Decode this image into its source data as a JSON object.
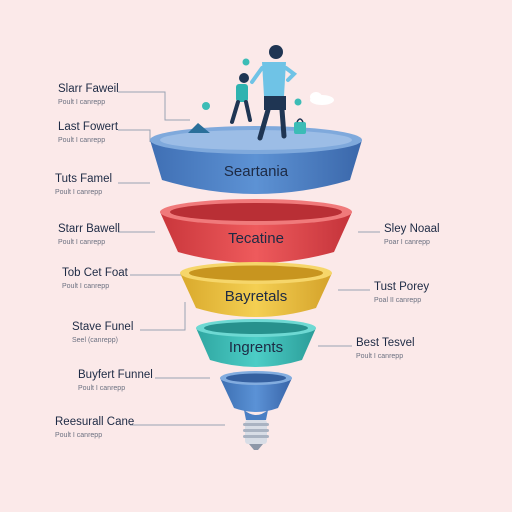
{
  "funnel_tiers": [
    {
      "label": "Seartania",
      "color": "#4a7fc4"
    },
    {
      "label": "Tecatine",
      "color": "#e2464a"
    },
    {
      "label": "Bayretals",
      "color": "#edc23e"
    },
    {
      "label": "Ingrents",
      "color": "#3cbcb6"
    },
    {
      "label": "",
      "color": "#4a82c6"
    }
  ],
  "left_labels": [
    {
      "title": "Slarr Faweil",
      "sub": "Poult I canrepp"
    },
    {
      "title": "Last Fowert",
      "sub": "Poult I canrepp"
    },
    {
      "title": "Tuts Famel",
      "sub": "Poult I canrepp"
    },
    {
      "title": "Starr Bawell",
      "sub": "Poult I canrepp"
    },
    {
      "title": "Tob Cet Foat",
      "sub": "Poult I canrepp"
    },
    {
      "title": "Stave Funel",
      "sub": "Seel (canrepp)"
    },
    {
      "title": "Buyfert Funnel",
      "sub": "Poult I canrepp"
    },
    {
      "title": "Reesurall Cane",
      "sub": "Poult I canrepp"
    }
  ],
  "right_labels": [
    {
      "title": "Sley Noaal",
      "sub": "Poar I canrepp"
    },
    {
      "title": "Tust Porey",
      "sub": "Poal II canrepp"
    },
    {
      "title": "Best Tesvel",
      "sub": "Poult I canrepp"
    }
  ],
  "colors": {
    "background": "#fbe9e9",
    "connector": "#9aa3b2",
    "text": "#1d2a44"
  },
  "icons": [
    "person-icon",
    "person-icon",
    "leaf-icon",
    "cloud-icon",
    "bag-icon",
    "lightbulb-base-icon"
  ]
}
